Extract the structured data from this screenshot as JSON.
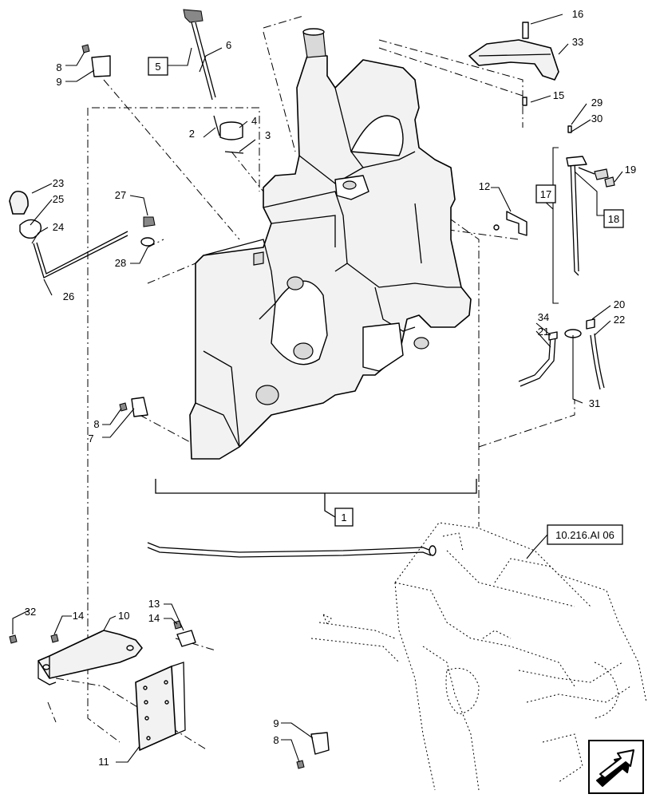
{
  "diagram": {
    "callouts": {
      "c1": "1",
      "c2": "2",
      "c3": "3",
      "c4": "4",
      "c5": "5",
      "c6": "6",
      "c7": "7",
      "c8a": "8",
      "c8b": "8",
      "c8c": "8",
      "c9a": "9",
      "c9b": "9",
      "c10": "10",
      "c11": "11",
      "c12": "12",
      "c13": "13",
      "c14a": "14",
      "c14b": "14",
      "c15": "15",
      "c16": "16",
      "c17": "17",
      "c18": "18",
      "c19": "19",
      "c20": "20",
      "c21": "21",
      "c22": "22",
      "c23": "23",
      "c24": "24",
      "c25": "25",
      "c26": "26",
      "c27": "27",
      "c28": "28",
      "c29": "29",
      "c30": "30",
      "c31": "31",
      "c32": "32",
      "c33": "33",
      "c34": "34"
    },
    "reference": "10.216.AI 06",
    "nav_icon": "next-page-arrow-icon"
  }
}
